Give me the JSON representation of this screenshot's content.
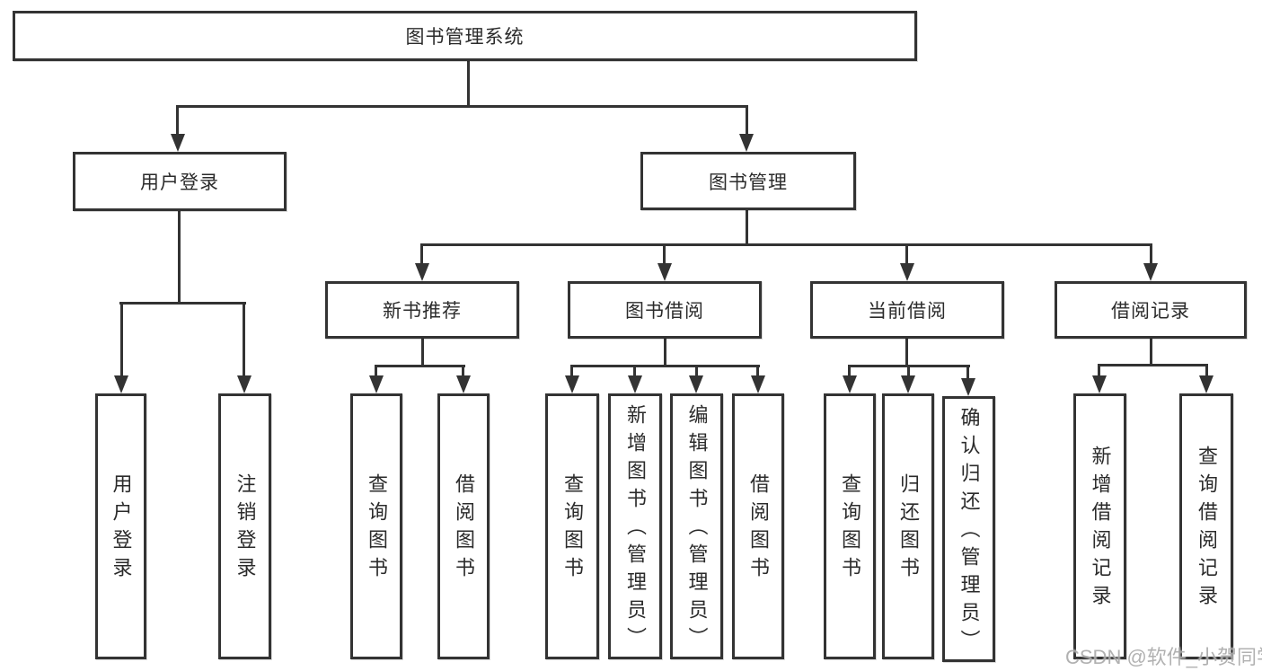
{
  "tree": {
    "root": {
      "label": "图书管理系统"
    },
    "branches": [
      {
        "label": "用户登录",
        "children": [
          {
            "label": "用户登录"
          },
          {
            "label": "注销登录"
          }
        ]
      },
      {
        "label": "图书管理",
        "children": [
          {
            "label": "新书推荐",
            "children": [
              {
                "label": "查询图书"
              },
              {
                "label": "借阅图书"
              }
            ]
          },
          {
            "label": "图书借阅",
            "children": [
              {
                "label": "查询图书"
              },
              {
                "label": "新增图书（管理员）"
              },
              {
                "label": "编辑图书（管理员）"
              },
              {
                "label": "借阅图书"
              }
            ]
          },
          {
            "label": "当前借阅",
            "children": [
              {
                "label": "查询图书"
              },
              {
                "label": "归还图书"
              },
              {
                "label": "确认归还（管理员）"
              }
            ]
          },
          {
            "label": "借阅记录",
            "children": [
              {
                "label": "新增借阅记录"
              },
              {
                "label": "查询借阅记录"
              }
            ]
          }
        ]
      }
    ]
  },
  "watermark": {
    "text": "CSDN @软件_小贺同学"
  },
  "colors": {
    "line": "#333333",
    "box_border": "#333333",
    "text": "#2b2b2b",
    "background": "#ffffff",
    "watermark": "#ababab"
  }
}
